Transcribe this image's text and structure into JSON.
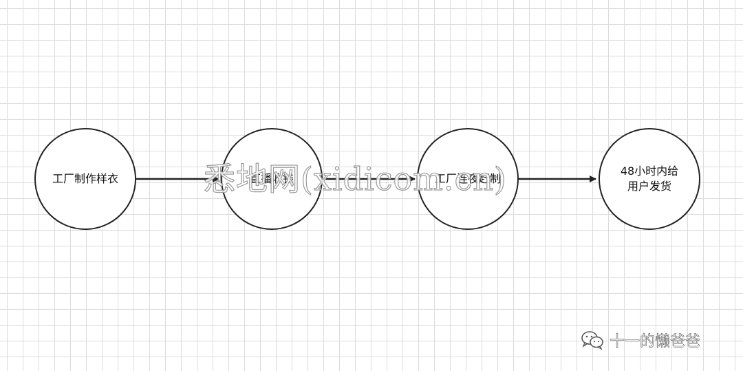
{
  "diagram": {
    "nodes": [
      {
        "id": "n1",
        "lines": [
          "工厂制作样衣"
        ]
      },
      {
        "id": "n2",
        "lines": [
          "直播收钱"
        ]
      },
      {
        "id": "n3",
        "lines": [
          "工厂连夜赶制"
        ]
      },
      {
        "id": "n4",
        "lines": [
          "48小时内给",
          "用户发货"
        ]
      }
    ],
    "edges": [
      {
        "from": "n1",
        "to": "n2"
      },
      {
        "from": "n2",
        "to": "n3"
      },
      {
        "from": "n3",
        "to": "n4"
      }
    ]
  },
  "watermark": "悉地网(xidicom.cn)",
  "signature": {
    "icon": "wechat-icon",
    "text": "十一的懒爸爸"
  },
  "colors": {
    "stroke": "#222222",
    "grid": "#dcdcdc",
    "background": "#ffffff"
  }
}
